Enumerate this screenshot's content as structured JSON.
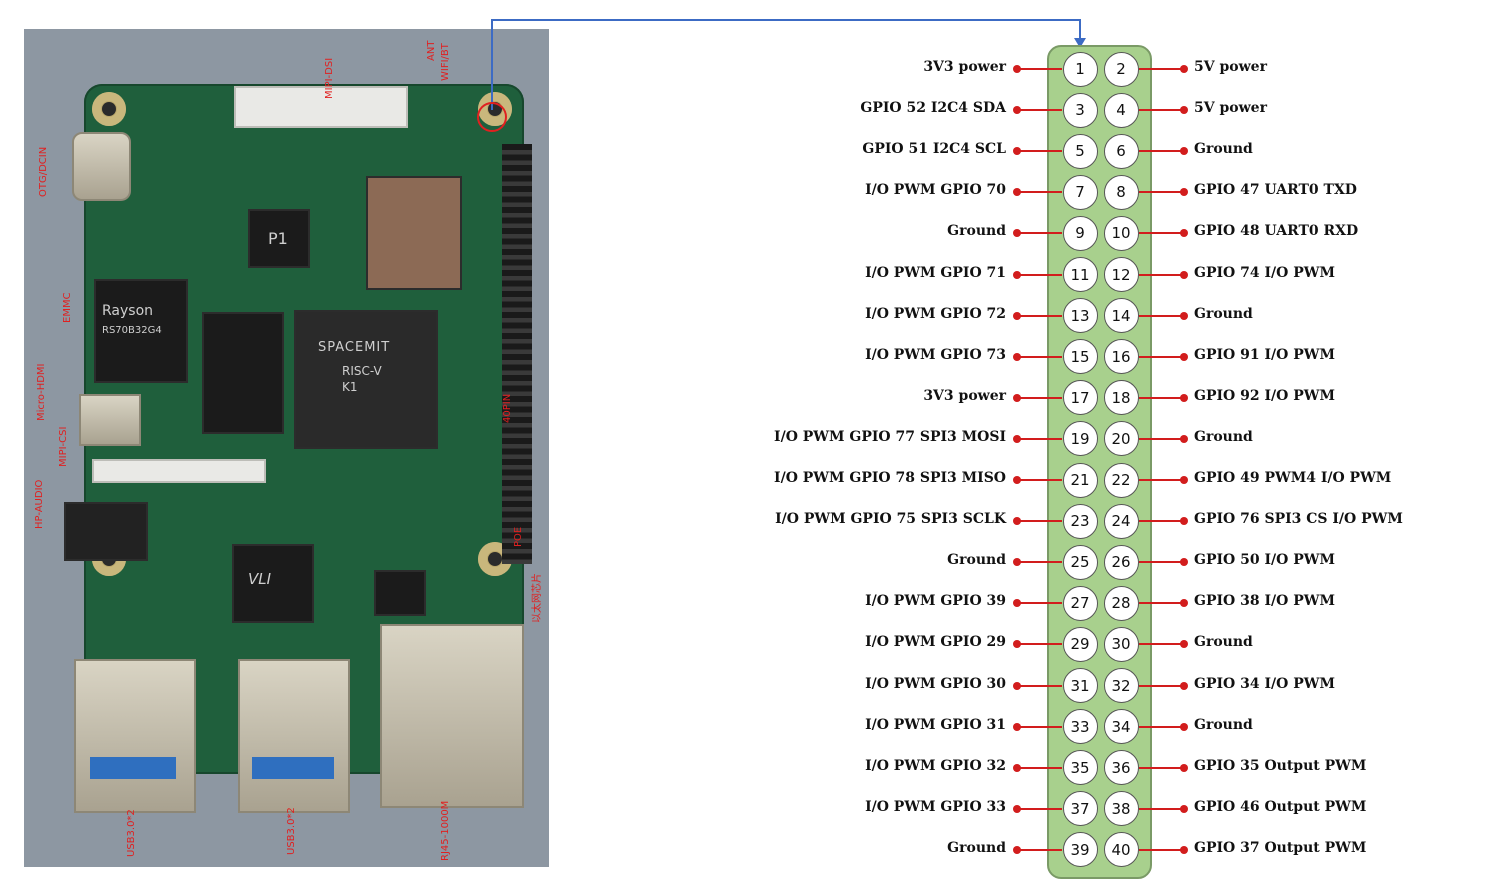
{
  "board_labels": {
    "mipi_dsi": "MIPI-DSI",
    "ant": "ANT",
    "wifi_bt": "WIFI/BT",
    "otg_dcin": "OTG/DCIN",
    "emmc": "EMMC",
    "micro_hdmi": "Micro-HDMI",
    "mipi_csi": "MIPI-CSI",
    "hp_audio": "HP-AUDIO",
    "pin40": "40PIN",
    "poe": "POE",
    "ethernet_chip": "以太网芯片",
    "usb_left": "USB3.0*2",
    "usb_right": "USB3.0*2",
    "rj45": "RJ45-1000M",
    "soc_brand": "SPACEMIT",
    "soc_line1": "RISC-V",
    "soc_line2": "K1",
    "emmc_brand": "Rayson",
    "emmc_model": "RS70B32G4",
    "pmic_label": "P1",
    "usb_hub_label": "VLI"
  },
  "pins": [
    {
      "n": "1",
      "label": "3V3 power"
    },
    {
      "n": "2",
      "label": "5V power"
    },
    {
      "n": "3",
      "label": "GPIO 52 I2C4 SDA"
    },
    {
      "n": "4",
      "label": "5V power"
    },
    {
      "n": "5",
      "label": "GPIO 51 I2C4 SCL"
    },
    {
      "n": "6",
      "label": "Ground"
    },
    {
      "n": "7",
      "label": "I/O PWM GPIO 70"
    },
    {
      "n": "8",
      "label": "GPIO 47 UART0 TXD"
    },
    {
      "n": "9",
      "label": "Ground"
    },
    {
      "n": "10",
      "label": "GPIO 48 UART0 RXD"
    },
    {
      "n": "11",
      "label": "I/O PWM GPIO 71"
    },
    {
      "n": "12",
      "label": "GPIO 74 I/O PWM"
    },
    {
      "n": "13",
      "label": "I/O PWM GPIO 72"
    },
    {
      "n": "14",
      "label": "Ground"
    },
    {
      "n": "15",
      "label": "I/O PWM GPIO 73"
    },
    {
      "n": "16",
      "label": "GPIO 91 I/O PWM"
    },
    {
      "n": "17",
      "label": "3V3 power"
    },
    {
      "n": "18",
      "label": "GPIO 92 I/O PWM"
    },
    {
      "n": "19",
      "label": "I/O PWM  GPIO 77 SPI3 MOSI"
    },
    {
      "n": "20",
      "label": "Ground"
    },
    {
      "n": "21",
      "label": "I/O PWM GPIO 78 SPI3 MISO"
    },
    {
      "n": "22",
      "label": "GPIO 49 PWM4  I/O PWM"
    },
    {
      "n": "23",
      "label": "I/O PWM GPIO 75 SPI3 SCLK"
    },
    {
      "n": "24",
      "label": "GPIO 76 SPI3 CS I/O PWM"
    },
    {
      "n": "25",
      "label": "Ground"
    },
    {
      "n": "26",
      "label": "GPIO 50 I/O PWM"
    },
    {
      "n": "27",
      "label": "I/O PWM GPIO 39"
    },
    {
      "n": "28",
      "label": "GPIO 38 I/O PWM"
    },
    {
      "n": "29",
      "label": "I/O PWM GPIO 29"
    },
    {
      "n": "30",
      "label": "Ground"
    },
    {
      "n": "31",
      "label": "I/O PWM GPIO 30"
    },
    {
      "n": "32",
      "label": "GPIO 34  I/O PWM"
    },
    {
      "n": "33",
      "label": "I/O PWM GPIO 31"
    },
    {
      "n": "34",
      "label": "Ground"
    },
    {
      "n": "35",
      "label": "I/O PWM GPIO 32"
    },
    {
      "n": "36",
      "label": "GPIO 35 Output PWM"
    },
    {
      "n": "37",
      "label": "I/O PWM GPIO 33"
    },
    {
      "n": "38",
      "label": "GPIO 46 Output PWM"
    },
    {
      "n": "39",
      "label": "Ground"
    },
    {
      "n": "40",
      "label": "GPIO 37 Output PWM"
    }
  ],
  "colors": {
    "header_fill": "#a8d08d",
    "callout_red": "#d21d1d",
    "link_blue": "#3c6bc4"
  }
}
